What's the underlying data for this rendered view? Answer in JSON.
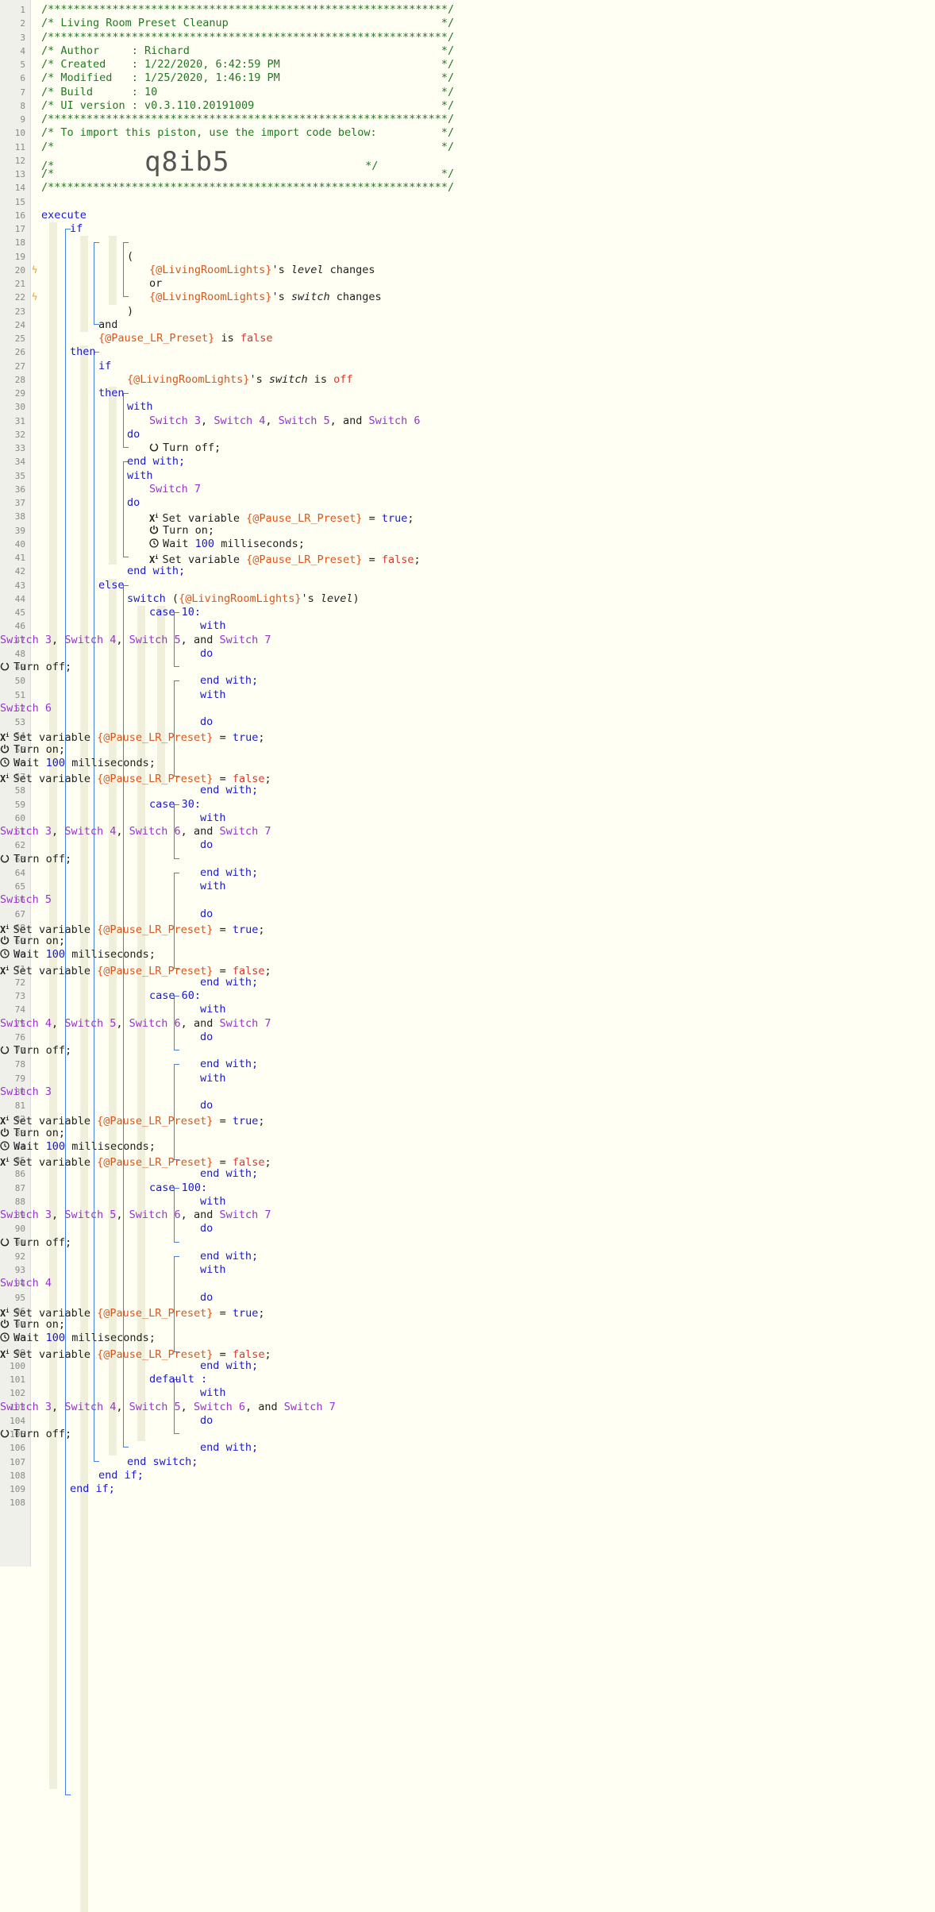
{
  "header_lines": [
    "/**************************************************************/",
    "/* Living Room Preset Cleanup                                 */",
    "/**************************************************************/",
    "/* Author     : Richard                                       */",
    "/* Created    : 1/22/2020, 6:42:59 PM                         */",
    "/* Modified   : 1/25/2020, 1:46:19 PM                         */",
    "/* Build      : 10                                            */",
    "/* UI version : v0.3.110.20191009                             */",
    "/**************************************************************/",
    "/* To import this piston, use the import code below:          */",
    "/*                                                            */"
  ],
  "import_line_start": "/*",
  "import_code": "q8ib5",
  "import_line_end": "*/",
  "footer_lines": [
    "/*                                                            */",
    "/**************************************************************/"
  ],
  "keywords": {
    "execute": "execute",
    "if": "if",
    "and": "and",
    "or": "or",
    "then": "then",
    "else": "else",
    "with": "with",
    "do": "do",
    "end_with": "end with;",
    "end_if": "end if;",
    "switch": "switch",
    "end_switch": "end switch;",
    "default": "default :",
    "is": "is",
    "changes": "changes",
    "paren_open": "(",
    "paren_close": ")"
  },
  "variables": {
    "lights": "{@LivingRoomLights}",
    "pause": "{@Pause_LR_Preset}"
  },
  "attributes": {
    "level": "level",
    "switch": "switch"
  },
  "values": {
    "false": "false",
    "true": "true",
    "off": "off",
    "wait_ms": "100"
  },
  "text": {
    "possessive": "'s",
    "turn_off": "Turn off;",
    "turn_on": "Turn on;",
    "set_variable": "Set variable",
    "wait": "Wait",
    "milliseconds": "milliseconds;",
    "eq": "=",
    "semicolon": ";",
    "comma": ",",
    "and_word": "and"
  },
  "cases": [
    {
      "label": "case 10:",
      "off_devices": [
        "Switch 3",
        "Switch 4",
        "Switch 5",
        "Switch 7"
      ],
      "on_device": "Switch 6"
    },
    {
      "label": "case 30:",
      "off_devices": [
        "Switch 3",
        "Switch 4",
        "Switch 6",
        "Switch 7"
      ],
      "on_device": "Switch 5"
    },
    {
      "label": "case 60:",
      "off_devices": [
        "Switch 4",
        "Switch 5",
        "Switch 6",
        "Switch 7"
      ],
      "on_device": "Switch 3"
    },
    {
      "label": "case 100:",
      "off_devices": [
        "Switch 3",
        "Switch 5",
        "Switch 6",
        "Switch 7"
      ],
      "on_device": "Switch 4"
    }
  ],
  "default_devices": [
    "Switch 3",
    "Switch 4",
    "Switch 5",
    "Switch 6",
    "Switch 7"
  ],
  "then_off_devices": [
    "Switch 3",
    "Switch 4",
    "Switch 5",
    "Switch 6"
  ],
  "then_on_device": "Switch 7",
  "line_numbers_total": 108,
  "colors": {
    "comment": "#227722",
    "keyword": "#1a1ac8",
    "variable": "#d8571f",
    "device": "#9933cc",
    "bool_false": "#d63a2e",
    "trigger": "#f29b28"
  },
  "icons": {
    "power_off": "power-off-icon",
    "power_on": "power-on-icon",
    "clock": "clock-icon",
    "variable": "set-variable-icon",
    "trigger": "lightning-icon"
  }
}
